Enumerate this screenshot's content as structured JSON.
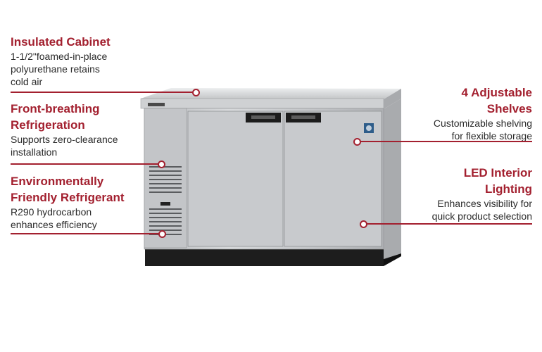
{
  "callouts": {
    "insulated_cabinet": {
      "title": "Insulated Cabinet",
      "desc": [
        "1-1/2\"foamed-in-place",
        "polyurethane retains",
        "cold air"
      ]
    },
    "front_breathing": {
      "title": [
        "Front-breathing",
        "Refrigeration"
      ],
      "desc": [
        "Supports zero-clearance",
        "installation"
      ]
    },
    "refrigerant": {
      "title": [
        "Environmentally",
        "Friendly Refrigerant"
      ],
      "desc": [
        "R290 hydrocarbon",
        "enhances efficiency"
      ]
    },
    "shelves": {
      "title": [
        "4 Adjustable",
        "Shelves"
      ],
      "desc": [
        "Customizable shelving",
        "for flexible storage"
      ]
    },
    "led": {
      "title": [
        "LED Interior",
        "Lighting"
      ],
      "desc": [
        "Enhances visibility for",
        "quick product selection"
      ]
    }
  },
  "colors": {
    "accent": "#a3202f",
    "text": "#2a2a2a",
    "steel": "#c9cbcd"
  }
}
